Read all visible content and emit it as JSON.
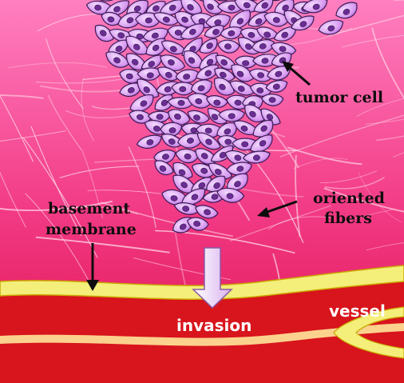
{
  "labels": {
    "tumor_cell": "tumor cell",
    "oriented_fibers_line1": "oriented",
    "oriented_fibers_line2": "fibers",
    "basement_membrane_line1": "basement",
    "basement_membrane_line2": "membrane",
    "vessel": "vessel",
    "invasion": "invasion"
  },
  "colors": {
    "background": "#e8195a",
    "fibers": "#ffd6e6",
    "cell_body": "#d79af0",
    "cell_outline": "#3a1a55",
    "nucleus": "#6a2d93",
    "membrane": "#f4ee7a",
    "vessel": "#d8141c",
    "arrow": "#e9cdf5"
  }
}
